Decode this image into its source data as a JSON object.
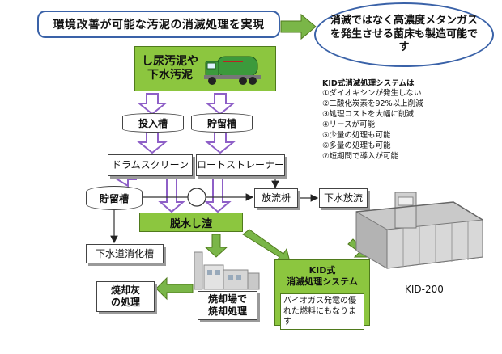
{
  "header": {
    "title": "環境改善が可能な汚泥の消滅処理を実現",
    "callout": "消滅ではなく高濃度メタンガスを発生させる菌床も製造可能です"
  },
  "flow": {
    "source_label": "し尿汚泥や\n下水汚泥",
    "input_tank": "投入槽",
    "storage_tank_top": "貯留槽",
    "drum_screen": "ドラムスクリーン",
    "rotary_strainer": "ロートストレーナー",
    "storage_tank_left": "貯留槽",
    "discharge_pit": "放流枡",
    "sewer_discharge": "下水放流",
    "dewatered_residue": "脱水し渣",
    "sewer_digestion_tank": "下水道消化槽",
    "ash_treatment": "焼却灰\nの処理",
    "incineration": "焼却場で\n焼却処理"
  },
  "system_box": {
    "title": "KID式\n消滅処理システム",
    "note": "バイオガス発電の優れた燃料にもなります"
  },
  "features": {
    "title": "KID式消滅処理システムは",
    "items": [
      "①ダイオキシンが発生しない",
      "②二酸化炭素を92%以上削減",
      "③処理コストを大幅に削減",
      "④リースが可能",
      "⑤少量の処理も可能",
      "⑥多量の処理も可能",
      "⑦短期間で導入が可能"
    ]
  },
  "product": {
    "model": "KID-200"
  },
  "colors": {
    "green": "#8cc63f",
    "purple_arrow": "#8e5fc7",
    "blue_border": "#3a62a8",
    "green_arrow": "#7ab648"
  }
}
